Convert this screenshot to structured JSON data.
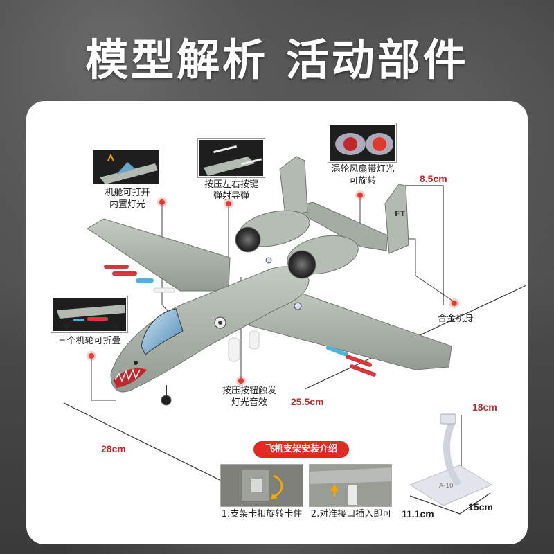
{
  "headline": "模型解析 活动部件",
  "features": {
    "cockpit": "机舱可打开\n内置灯光",
    "missile": "按压左右按键\n弹射导弹",
    "fan": "涡轮风扇带灯光\n可旋转",
    "body": "合金机身",
    "wheels": "三个机轮可折叠",
    "sound": "按压按钮触发\n灯光音效"
  },
  "dimensions": {
    "height": "8.5cm",
    "wingspan": "25.5cm",
    "length": "28cm",
    "stand_height": "18cm",
    "stand_depth": "11.1cm",
    "stand_width": "15cm"
  },
  "stand_guide": {
    "title": "飞机支架安装介绍",
    "step1": "1.支架卡扣旋转卡住",
    "step2": "2.对准接口插入即可"
  },
  "markings": {
    "tail": "FT",
    "stand_label": "A-10"
  },
  "colors": {
    "accent": "#e02a22",
    "dimension_text": "#c0282c",
    "aircraft_gray": "#a9b1a9"
  }
}
